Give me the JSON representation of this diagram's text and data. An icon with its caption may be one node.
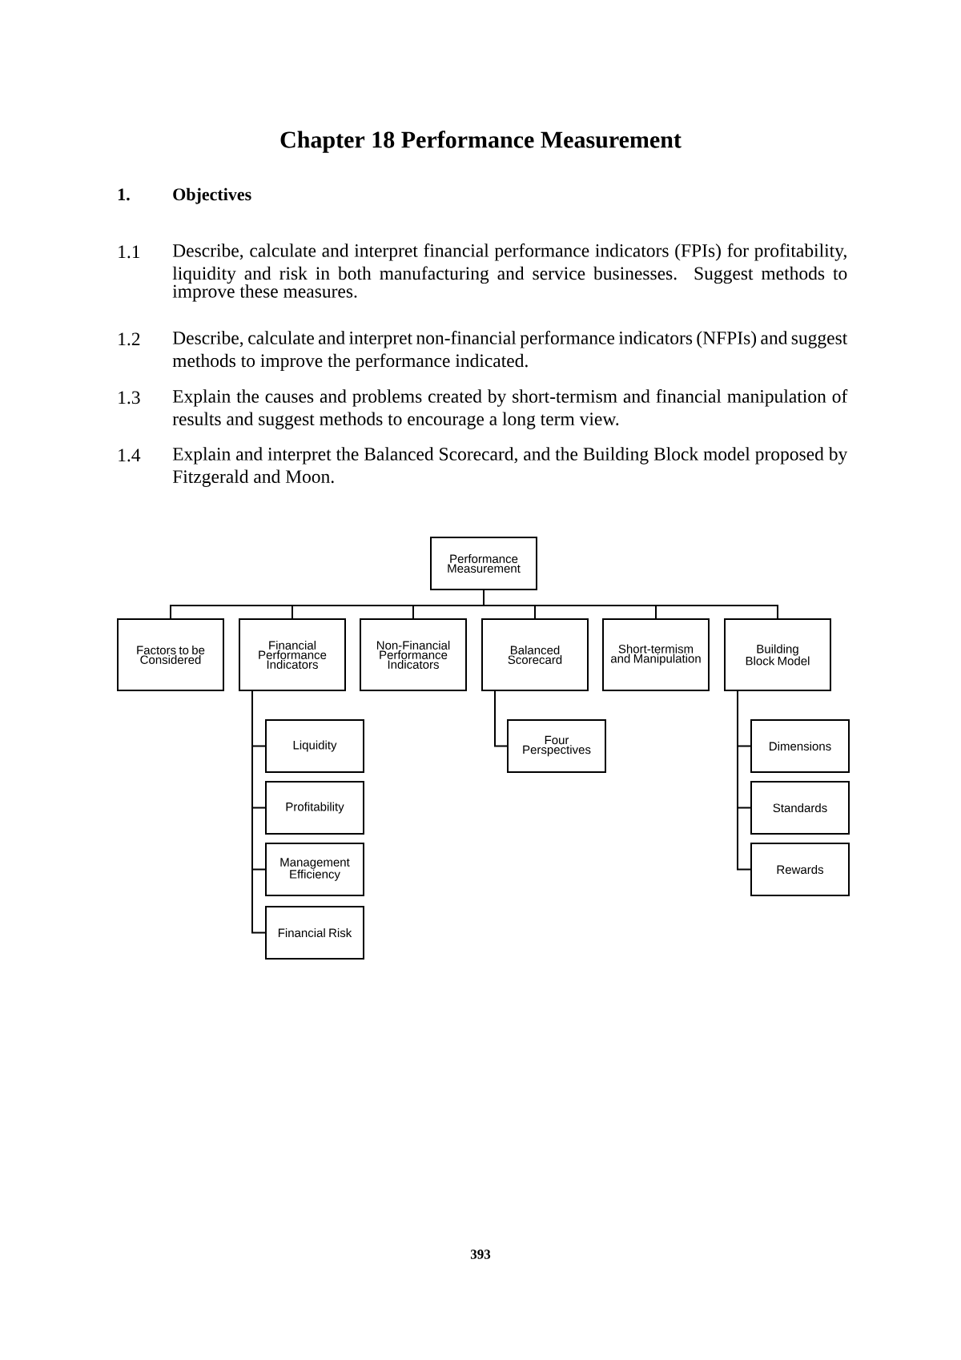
{
  "diagram": {
    "title": "Chapter 18 Performance Measurement",
    "nodes": [
      {
        "text": [
          "Performance Measurement"
        ]
      },
      {
        "text": [
          "Factors to be Considered"
        ]
      },
      {
        "text": [
          "Financial Performance Indicators"
        ]
      },
      {
        "text": [
          "Non-Financial Performance Indicators"
        ]
      },
      {
        "text": [
          "Balanced Scorecard"
        ]
      },
      {
        "text": [
          "Short-termism and Manipulation"
        ]
      },
      {
        "text": [
          "Building Block Model"
        ]
      },
      {
        "text": [
          "Liquidity"
        ]
      },
      {
        "text": [
          "Profitability"
        ]
      },
      {
        "text": [
          "Management Efficiency"
        ]
      },
      {
        "text": [
          "Financial Risk"
        ]
      },
      {
        "text": [
          "Four Perspectives"
        ]
      },
      {
        "text": [
          "Dimensions"
        ]
      },
      {
        "text": [
          "Standards"
        ]
      },
      {
        "text": [
          "Rewards"
        ]
      }
    ],
    "edges": [
      {
        "from": 0,
        "to": 1,
        "arrow": "none"
      },
      {
        "from": 0,
        "to": 2,
        "arrow": "none"
      },
      {
        "from": 0,
        "to": 3,
        "arrow": "none"
      },
      {
        "from": 0,
        "to": 4,
        "arrow": "none"
      },
      {
        "from": 0,
        "to": 5,
        "arrow": "none"
      },
      {
        "from": 0,
        "to": 6,
        "arrow": "none"
      },
      {
        "from": 2,
        "to": 7,
        "arrow": "none"
      },
      {
        "from": 2,
        "to": 8,
        "arrow": "none"
      },
      {
        "from": 2,
        "to": 9,
        "arrow": "none"
      },
      {
        "from": 2,
        "to": 10,
        "arrow": "none"
      },
      {
        "from": 4,
        "to": 11,
        "arrow": "none"
      },
      {
        "from": 6,
        "to": 12,
        "arrow": "none"
      },
      {
        "from": 6,
        "to": 13,
        "arrow": "none"
      },
      {
        "from": 6,
        "to": 14,
        "arrow": "none"
      }
    ],
    "labels": [
      "1.",
      "Objectives",
      "1.1",
      "Describe, calculate and interpret financial performance indicators (FPIs) for profitability, liquidity and risk in both manufacturing and service businesses. Suggest methods to improve these measures.",
      "1.2",
      "Describe, calculate and interpret non-financial performance indicators (NFPIs) and suggest methods to improve the performance indicated.",
      "1.3",
      "Explain the causes and problems created by short-termism and financial manipulation of results and suggest methods to encourage a long term view.",
      "1.4",
      "Explain and interpret the Balanced Scorecard, and the Building Block model proposed by Fitzgerald and Moon.",
      "393"
    ]
  }
}
